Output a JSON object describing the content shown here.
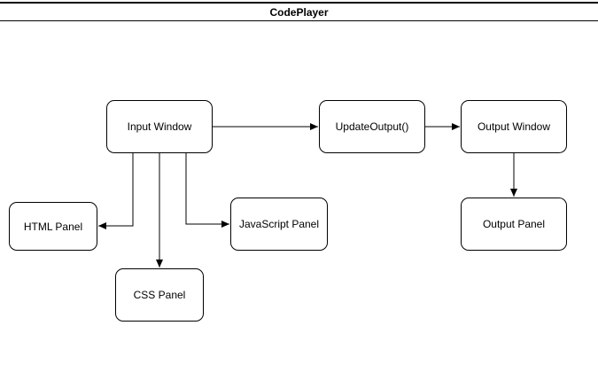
{
  "diagram": {
    "title": "CodePlayer",
    "nodes": {
      "input_window": "Input Window",
      "update_output": "UpdateOutput()",
      "output_window": "Output Window",
      "output_panel": "Output Panel",
      "html_panel": "HTML Panel",
      "javascript_panel": "JavaScript Panel",
      "css_panel": "CSS Panel"
    },
    "edges": [
      {
        "from": "input_window",
        "to": "update_output"
      },
      {
        "from": "update_output",
        "to": "output_window"
      },
      {
        "from": "output_window",
        "to": "output_panel"
      },
      {
        "from": "input_window",
        "to": "html_panel"
      },
      {
        "from": "input_window",
        "to": "css_panel"
      },
      {
        "from": "input_window",
        "to": "javascript_panel"
      }
    ],
    "colors": {
      "stroke": "#000000",
      "fill": "#ffffff"
    }
  }
}
